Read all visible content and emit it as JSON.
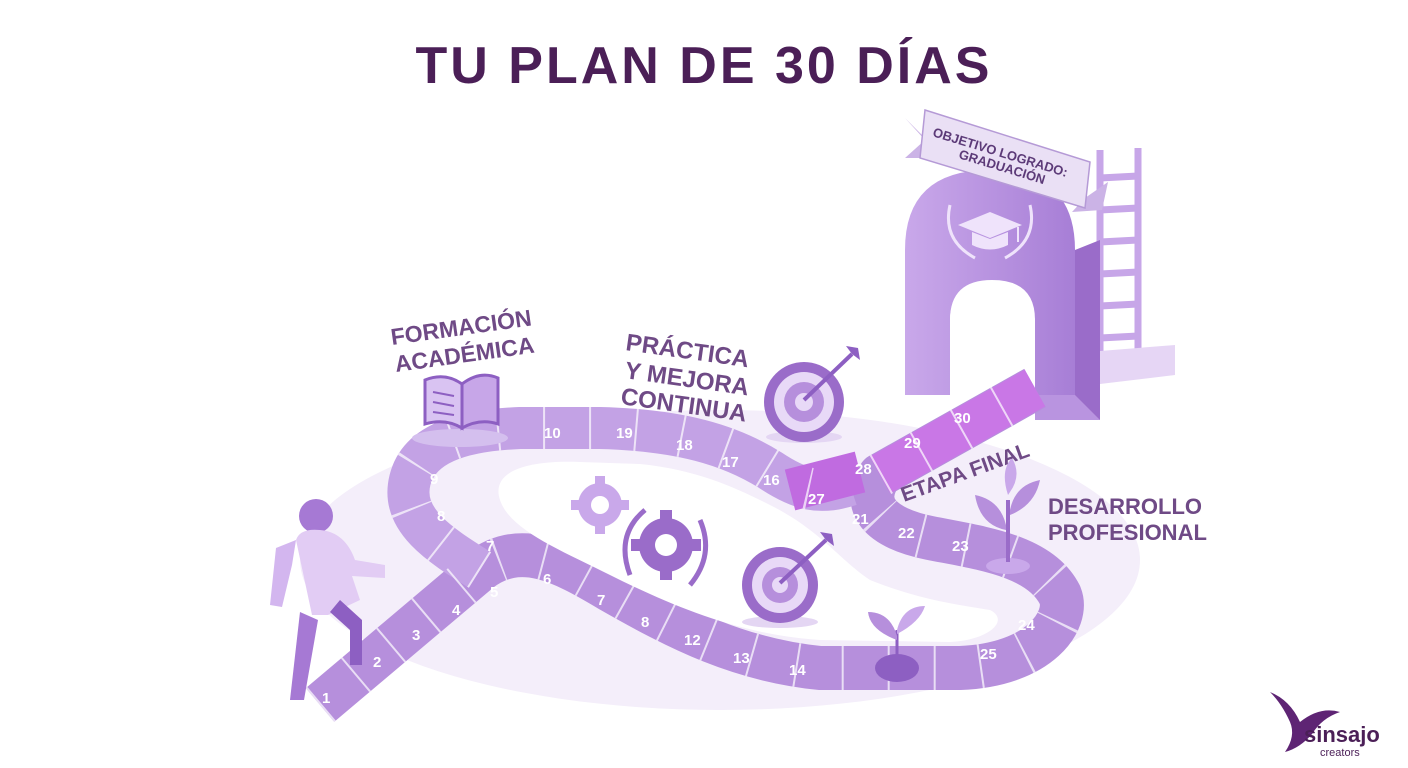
{
  "page": {
    "title": "TU PLAN DE 30 DÍAS"
  },
  "labels": {
    "academic_line1": "FORMACIÓN",
    "academic_line2": "ACADÉMICA",
    "practice_line1": "PRÁCTICA",
    "practice_line2": "Y MEJORA",
    "practice_line3": "CONTINUA",
    "final_stage": "ETAPA FINAL",
    "professional_line1": "DESARROLLO",
    "professional_line2": "PROFESIONAL",
    "banner_line1": "OBJETIVO LOGRADO:",
    "banner_line2": "GRADUACIÓN"
  },
  "path_tiles": [
    "1",
    "2",
    "3",
    "4",
    "5",
    "6",
    "7",
    "8",
    "9",
    "10",
    "19",
    "18",
    "17",
    "16",
    "7",
    "8",
    "12",
    "13",
    "14",
    "25",
    "24",
    "23",
    "22",
    "21",
    "27",
    "28",
    "29",
    "30"
  ],
  "brand": {
    "name": "sinsajo",
    "tagline": "creators"
  },
  "colors": {
    "title": "#4b1f57",
    "path": "#b68fdc",
    "path_dark": "#8d5fc2",
    "accent": "#c06be0",
    "label": "#6f4a86"
  },
  "icons": [
    "person-icon",
    "open-book-icon",
    "gears-icon",
    "target-icon",
    "sprout-icon",
    "graduation-cap-icon",
    "ladder-icon",
    "bird-logo-icon"
  ]
}
